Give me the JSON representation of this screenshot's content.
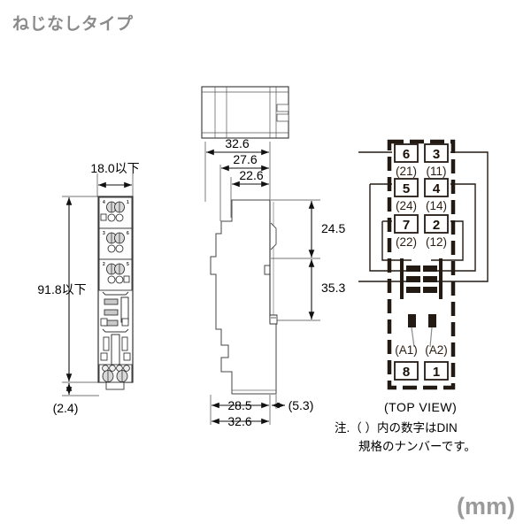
{
  "page": {
    "title": "ねじなしタイプ",
    "unit_label": "(mm)",
    "background_color": "#ffffff",
    "title_color": "#8b8b8b",
    "unit_color": "#9a9a9a",
    "line_color": "#3a3a3a",
    "terminal_frame_color": "#231a14"
  },
  "front_view": {
    "name": "front-view",
    "dimensions": {
      "width": "18.0以下",
      "height": "91.8以下",
      "foot": "(2.4)"
    }
  },
  "side_view": {
    "name": "side-view",
    "dimensions": {
      "top_1": "32.6",
      "top_2": "27.6",
      "top_3": "22.6",
      "right_1": "24.5",
      "right_2": "35.3",
      "bottom_1": "28.5",
      "bottom_2": "(5.3)",
      "bottom_3": "32.6"
    }
  },
  "top_view": {
    "name": "top-view",
    "caption": "(TOP VIEW)",
    "note_line_1": "注.（ ）内の数字はDIN",
    "note_line_2": "　　規格のナンバーです。",
    "terminals": [
      {
        "number": "6",
        "din": "(21)",
        "side": "left",
        "row": 1
      },
      {
        "number": "3",
        "din": "(11)",
        "side": "right",
        "row": 1
      },
      {
        "number": "5",
        "din": "(24)",
        "side": "left",
        "row": 2
      },
      {
        "number": "4",
        "din": "(14)",
        "side": "right",
        "row": 2
      },
      {
        "number": "7",
        "din": "(22)",
        "side": "left",
        "row": 3
      },
      {
        "number": "2",
        "din": "(12)",
        "side": "right",
        "row": 3
      }
    ],
    "coil_terminals": [
      {
        "number": "8",
        "din": "(A1)",
        "side": "left"
      },
      {
        "number": "1",
        "din": "(A2)",
        "side": "right"
      }
    ]
  }
}
